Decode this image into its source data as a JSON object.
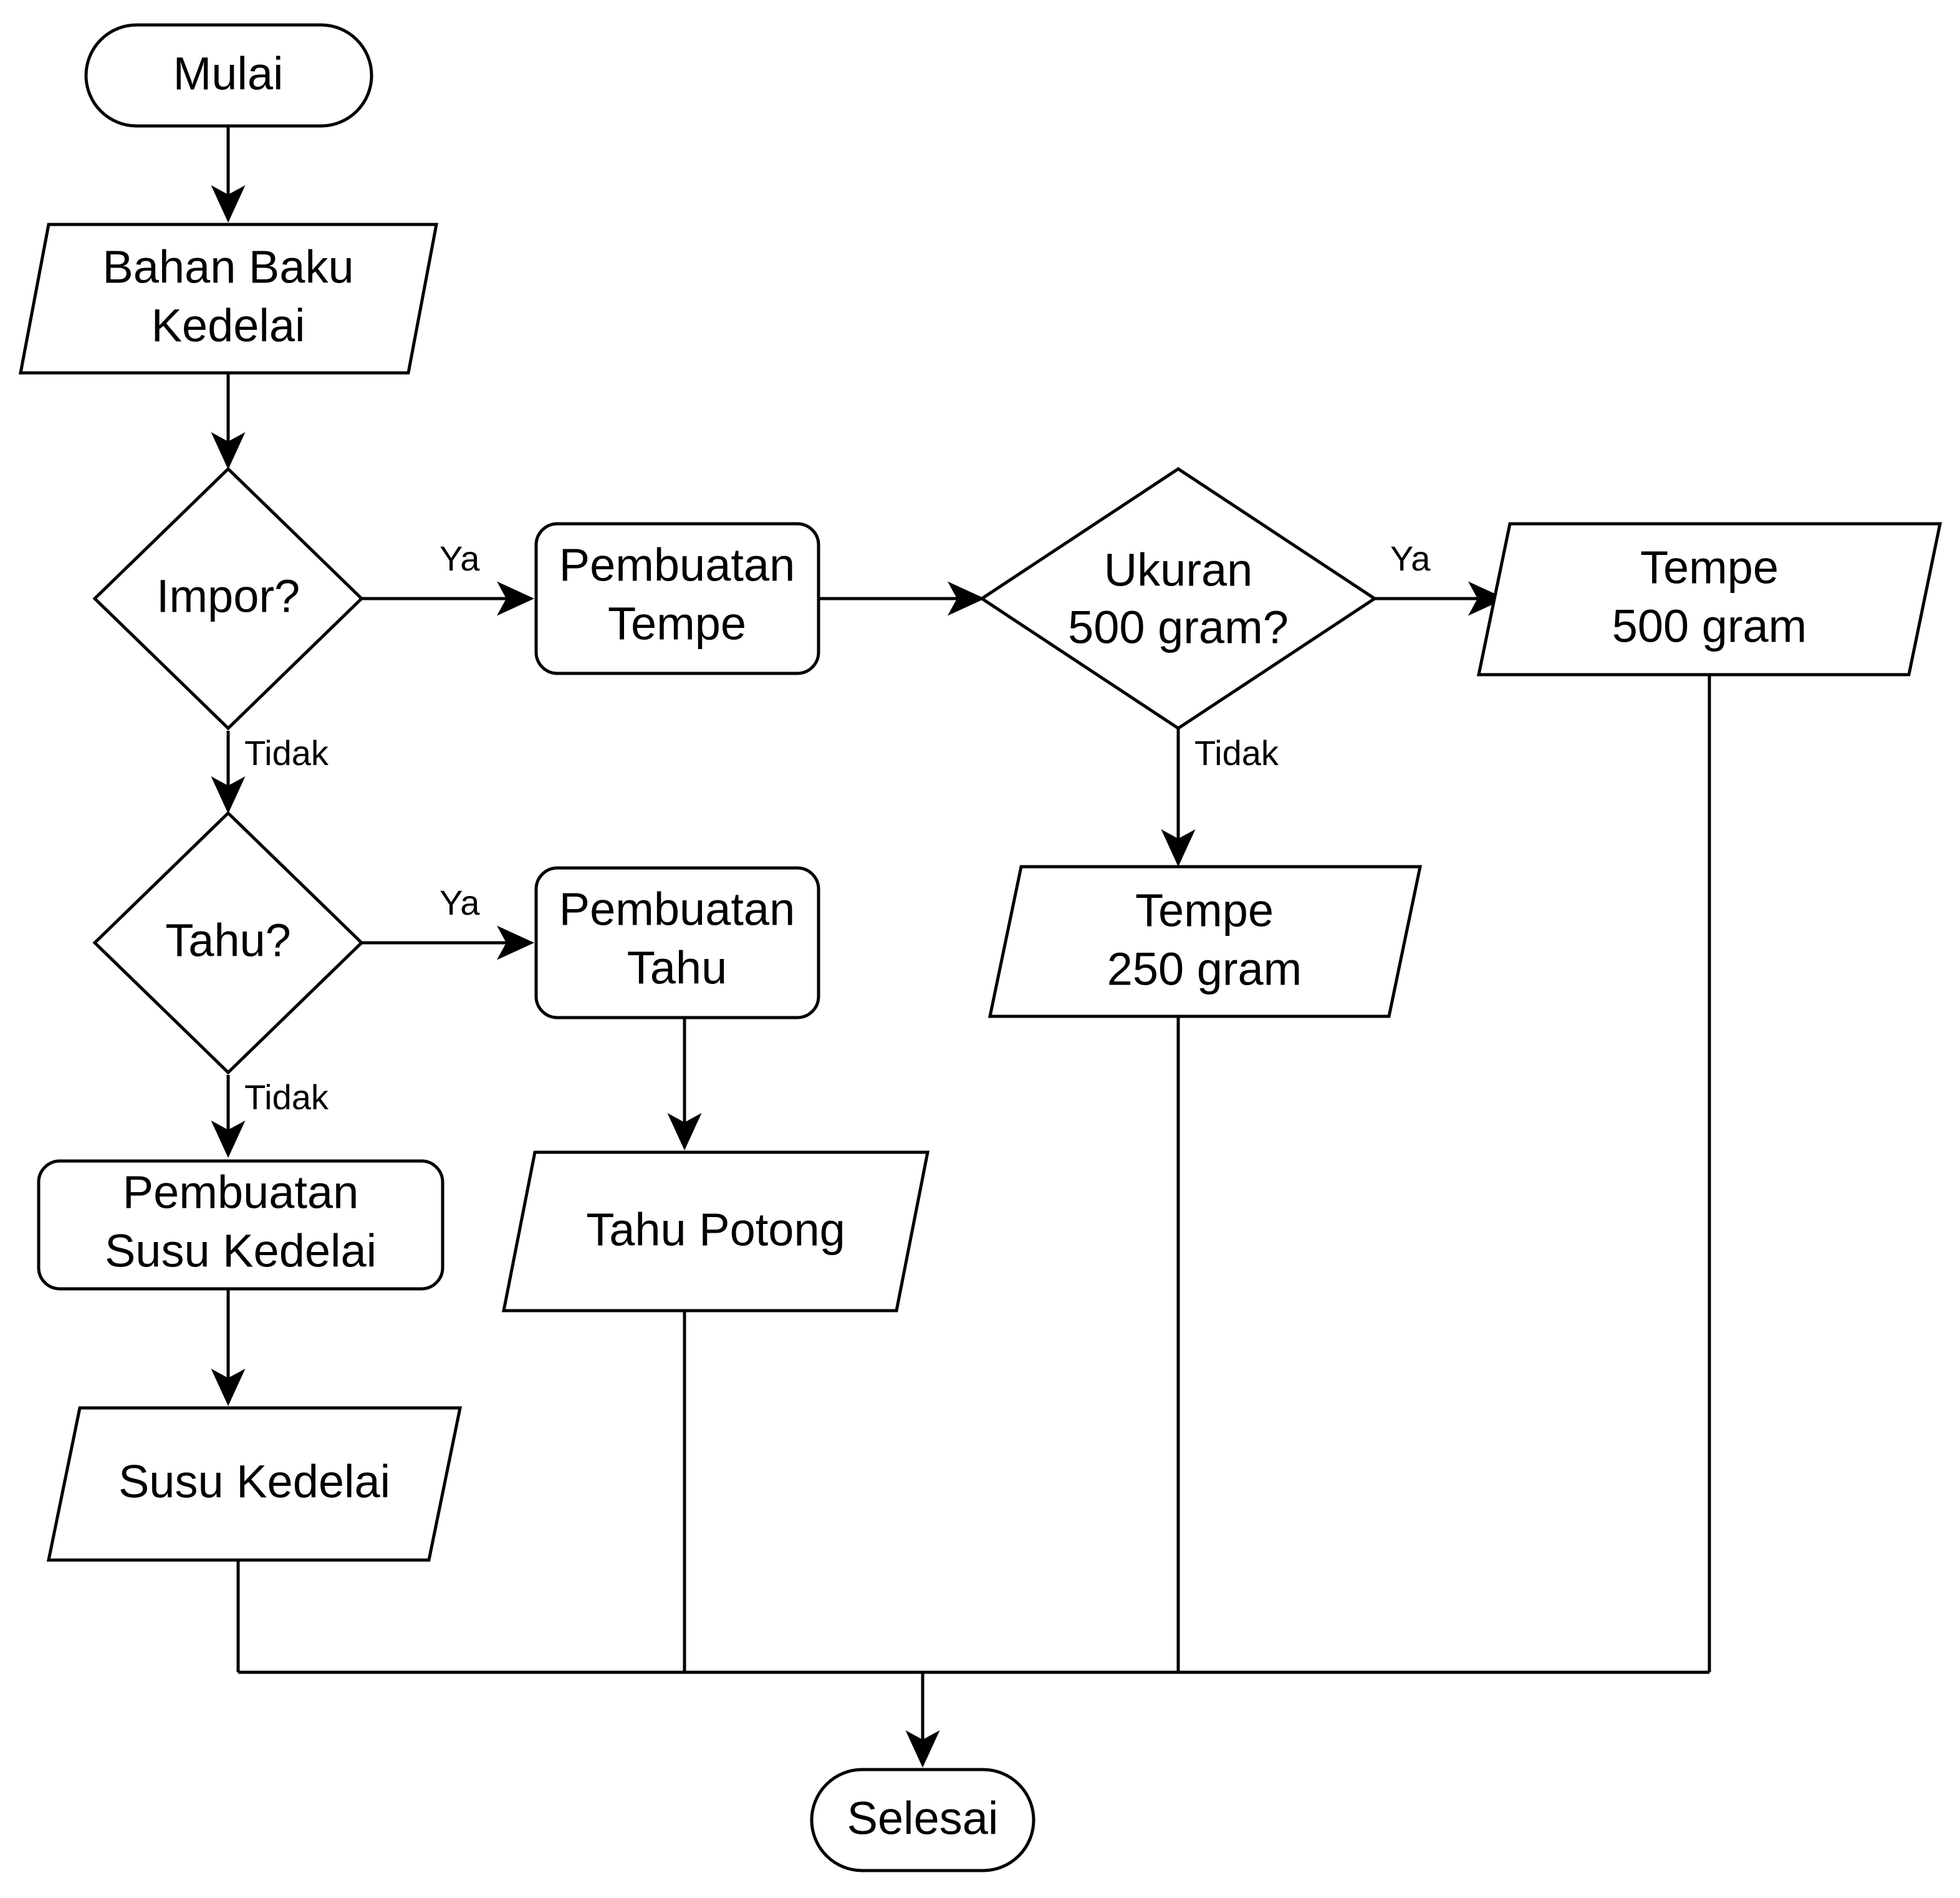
{
  "diagram": {
    "type": "flowchart",
    "orientation": "top-down",
    "background_color": "#ffffff",
    "line_color": "#000000",
    "text_color": "#000000",
    "nodes": [
      {
        "id": "mulai",
        "shape": "terminator",
        "label": "Mulai"
      },
      {
        "id": "bahan",
        "shape": "parallelogram",
        "label_line1": "Bahan Baku",
        "label_line2": "Kedelai"
      },
      {
        "id": "impor",
        "shape": "diamond",
        "label": "Impor?"
      },
      {
        "id": "pemb_tempe",
        "shape": "rounded-rect",
        "label_line1": "Pembuatan",
        "label_line2": "Tempe"
      },
      {
        "id": "ukuran",
        "shape": "diamond",
        "label_line1": "Ukuran",
        "label_line2": "500 gram?"
      },
      {
        "id": "tempe500",
        "shape": "parallelogram",
        "label_line1": "Tempe",
        "label_line2": "500 gram"
      },
      {
        "id": "tempe250",
        "shape": "parallelogram",
        "label_line1": "Tempe",
        "label_line2": "250 gram"
      },
      {
        "id": "tahu",
        "shape": "diamond",
        "label": "Tahu?"
      },
      {
        "id": "pemb_tahu",
        "shape": "rounded-rect",
        "label_line1": "Pembuatan",
        "label_line2": "Tahu"
      },
      {
        "id": "tahu_potong",
        "shape": "parallelogram",
        "label": "Tahu Potong"
      },
      {
        "id": "pemb_susu",
        "shape": "rounded-rect",
        "label_line1": "Pembuatan",
        "label_line2": "Susu Kedelai"
      },
      {
        "id": "susu",
        "shape": "parallelogram",
        "label": "Susu Kedelai"
      },
      {
        "id": "selesai",
        "shape": "terminator",
        "label": "Selesai"
      }
    ],
    "edges": [
      {
        "from": "mulai",
        "to": "bahan",
        "label": ""
      },
      {
        "from": "bahan",
        "to": "impor",
        "label": ""
      },
      {
        "from": "impor",
        "to": "pemb_tempe",
        "label": "Ya"
      },
      {
        "from": "impor",
        "to": "tahu",
        "label": "Tidak"
      },
      {
        "from": "pemb_tempe",
        "to": "ukuran",
        "label": ""
      },
      {
        "from": "ukuran",
        "to": "tempe500",
        "label": "Ya"
      },
      {
        "from": "ukuran",
        "to": "tempe250",
        "label": "Tidak"
      },
      {
        "from": "tahu",
        "to": "pemb_tahu",
        "label": "Ya"
      },
      {
        "from": "tahu",
        "to": "pemb_susu",
        "label": "Tidak"
      },
      {
        "from": "pemb_tahu",
        "to": "tahu_potong",
        "label": ""
      },
      {
        "from": "pemb_susu",
        "to": "susu",
        "label": ""
      },
      {
        "from": "susu",
        "to": "selesai",
        "label": ""
      },
      {
        "from": "tahu_potong",
        "to": "selesai",
        "label": ""
      },
      {
        "from": "tempe250",
        "to": "selesai",
        "label": ""
      },
      {
        "from": "tempe500",
        "to": "selesai",
        "label": ""
      }
    ],
    "edge_labels": {
      "impor_ya": "Ya",
      "impor_tidak": "Tidak",
      "ukuran_ya": "Ya",
      "ukuran_tidak": "Tidak",
      "tahu_ya": "Ya",
      "tahu_tidak": "Tidak"
    },
    "labels": {
      "mulai": "Mulai",
      "bahan_l1": "Bahan Baku",
      "bahan_l2": "Kedelai",
      "impor": "Impor?",
      "pemb_tempe_l1": "Pembuatan",
      "pemb_tempe_l2": "Tempe",
      "ukuran_l1": "Ukuran",
      "ukuran_l2": "500 gram?",
      "tempe500_l1": "Tempe",
      "tempe500_l2": "500 gram",
      "tempe250_l1": "Tempe",
      "tempe250_l2": "250 gram",
      "tahu": "Tahu?",
      "pemb_tahu_l1": "Pembuatan",
      "pemb_tahu_l2": "Tahu",
      "tahu_potong": "Tahu Potong",
      "pemb_susu_l1": "Pembuatan",
      "pemb_susu_l2": "Susu Kedelai",
      "susu": "Susu Kedelai",
      "selesai": "Selesai"
    }
  }
}
